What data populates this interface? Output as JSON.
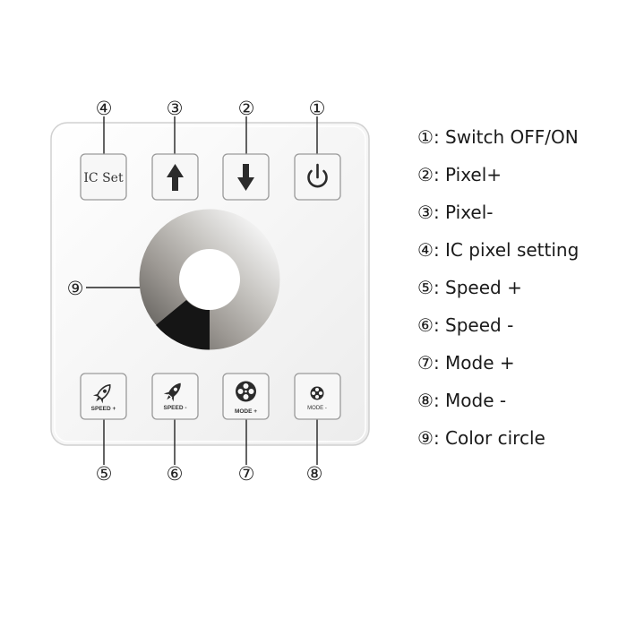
{
  "panel": {
    "buttons": {
      "ic_set": "IC Set",
      "speed_plus": "SPEED +",
      "speed_minus": "SPEED -",
      "mode_plus": "MODE +",
      "mode_minus": "MODE -"
    },
    "callouts": {
      "c1": "①",
      "c2": "②",
      "c3": "③",
      "c4": "④",
      "c5": "⑤",
      "c6": "⑥",
      "c7": "⑦",
      "c8": "⑧",
      "c9": "⑨"
    }
  },
  "legend": [
    {
      "num": "①",
      "text": ": Switch OFF/ON"
    },
    {
      "num": "②",
      "text": ": Pixel+"
    },
    {
      "num": "③",
      "text": ": Pixel-"
    },
    {
      "num": "④",
      "text": ": IC pixel setting"
    },
    {
      "num": "⑤",
      "text": ": Speed +"
    },
    {
      "num": "⑥",
      "text": ": Speed -"
    },
    {
      "num": "⑦",
      "text": ": Mode +"
    },
    {
      "num": "⑧",
      "text": ": Mode -"
    },
    {
      "num": "⑨",
      "text": ": Color circle"
    }
  ],
  "icons": {
    "power": "power-icon",
    "up": "arrow-up-icon",
    "down": "arrow-down-icon",
    "rocket": "rocket-icon",
    "reel": "film-reel-icon"
  },
  "colors": {
    "panel_bg": "#f4f4f4",
    "panel_border": "#d4d4d4",
    "button_border": "#9a9a9a",
    "icon": "#2b2b2b"
  }
}
